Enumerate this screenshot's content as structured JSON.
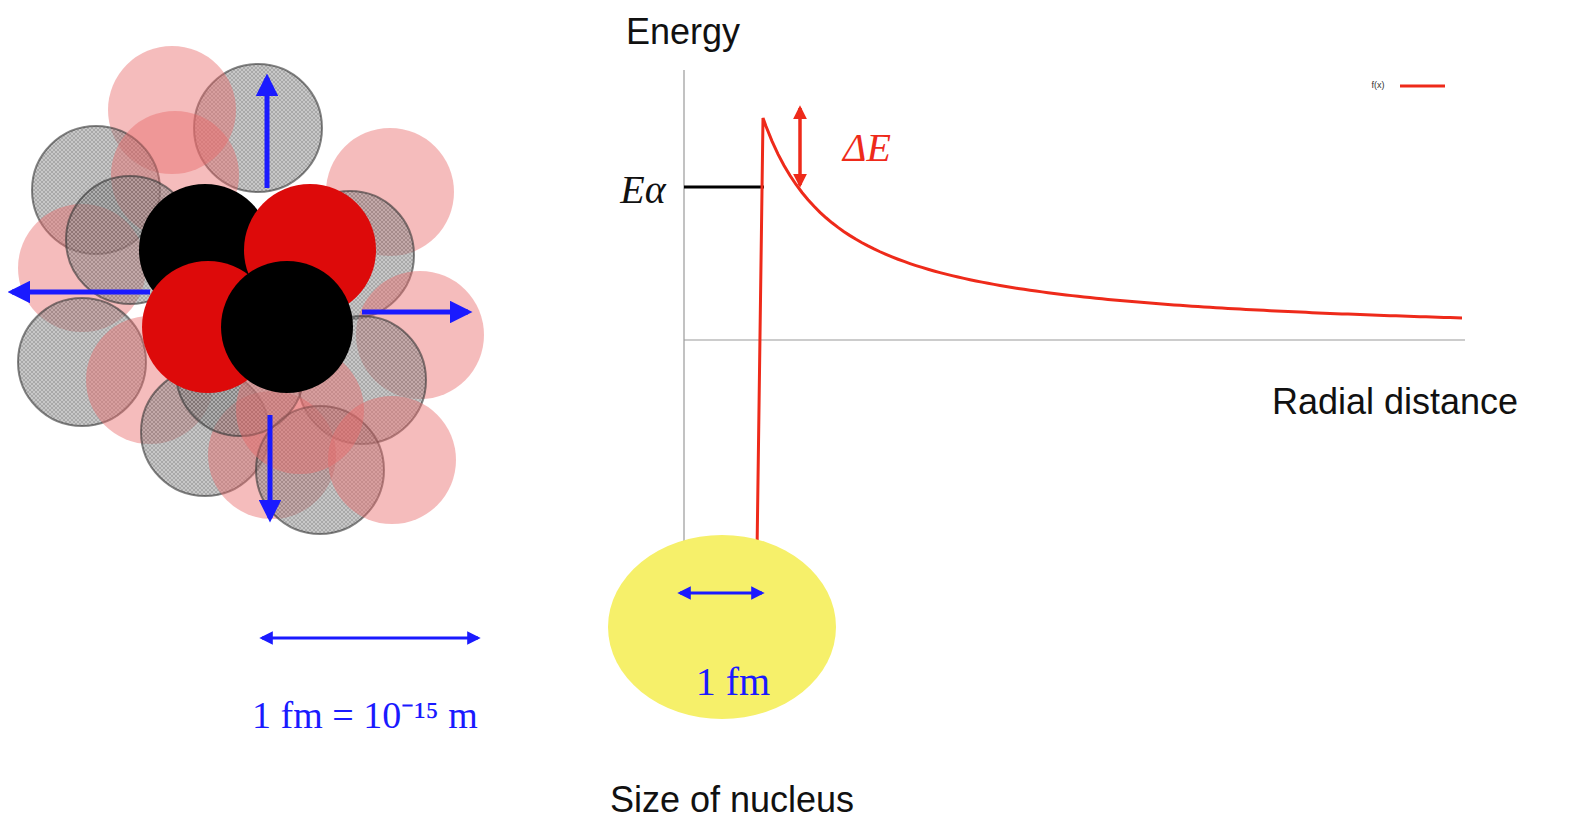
{
  "diagram": {
    "nodes": [
      {
        "text": [
          "1 fm"
        ]
      }
    ],
    "labels": [
      "Energy",
      "Eα",
      "ΔE",
      "Radial distance",
      "1 fm = 10⁻¹⁵ m",
      "Size of nucleus"
    ],
    "legend": [
      {
        "text": "f(x)"
      }
    ]
  }
}
